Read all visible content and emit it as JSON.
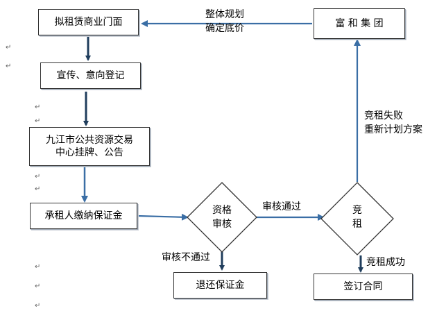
{
  "nodes": {
    "lease_store": "拟租赁商业门面",
    "promote": "宣传、意向登记",
    "listing_line1": "九江市公共资源交易",
    "listing_line2": "中心挂牌、公告",
    "deposit": "承租人缴纳保证金",
    "qualify_line1": "资格",
    "qualify_line2": "审核",
    "refund": "退还保证金",
    "bid_line1": "竞",
    "bid_line2": "租",
    "sign": "签订合同",
    "group": "富 和 集 团"
  },
  "labels": {
    "plan_line1": "整体规划",
    "plan_line2": "确定底价",
    "fail_line1": "竞租失败",
    "fail_line2": "重新计划方案",
    "pass": "审核通过",
    "not_pass": "审核不通过",
    "success": "竞租成功"
  },
  "colors": {
    "arrow": "#1f3d5c",
    "arrow_blue": "#3a6ea5",
    "border": "#333333"
  }
}
